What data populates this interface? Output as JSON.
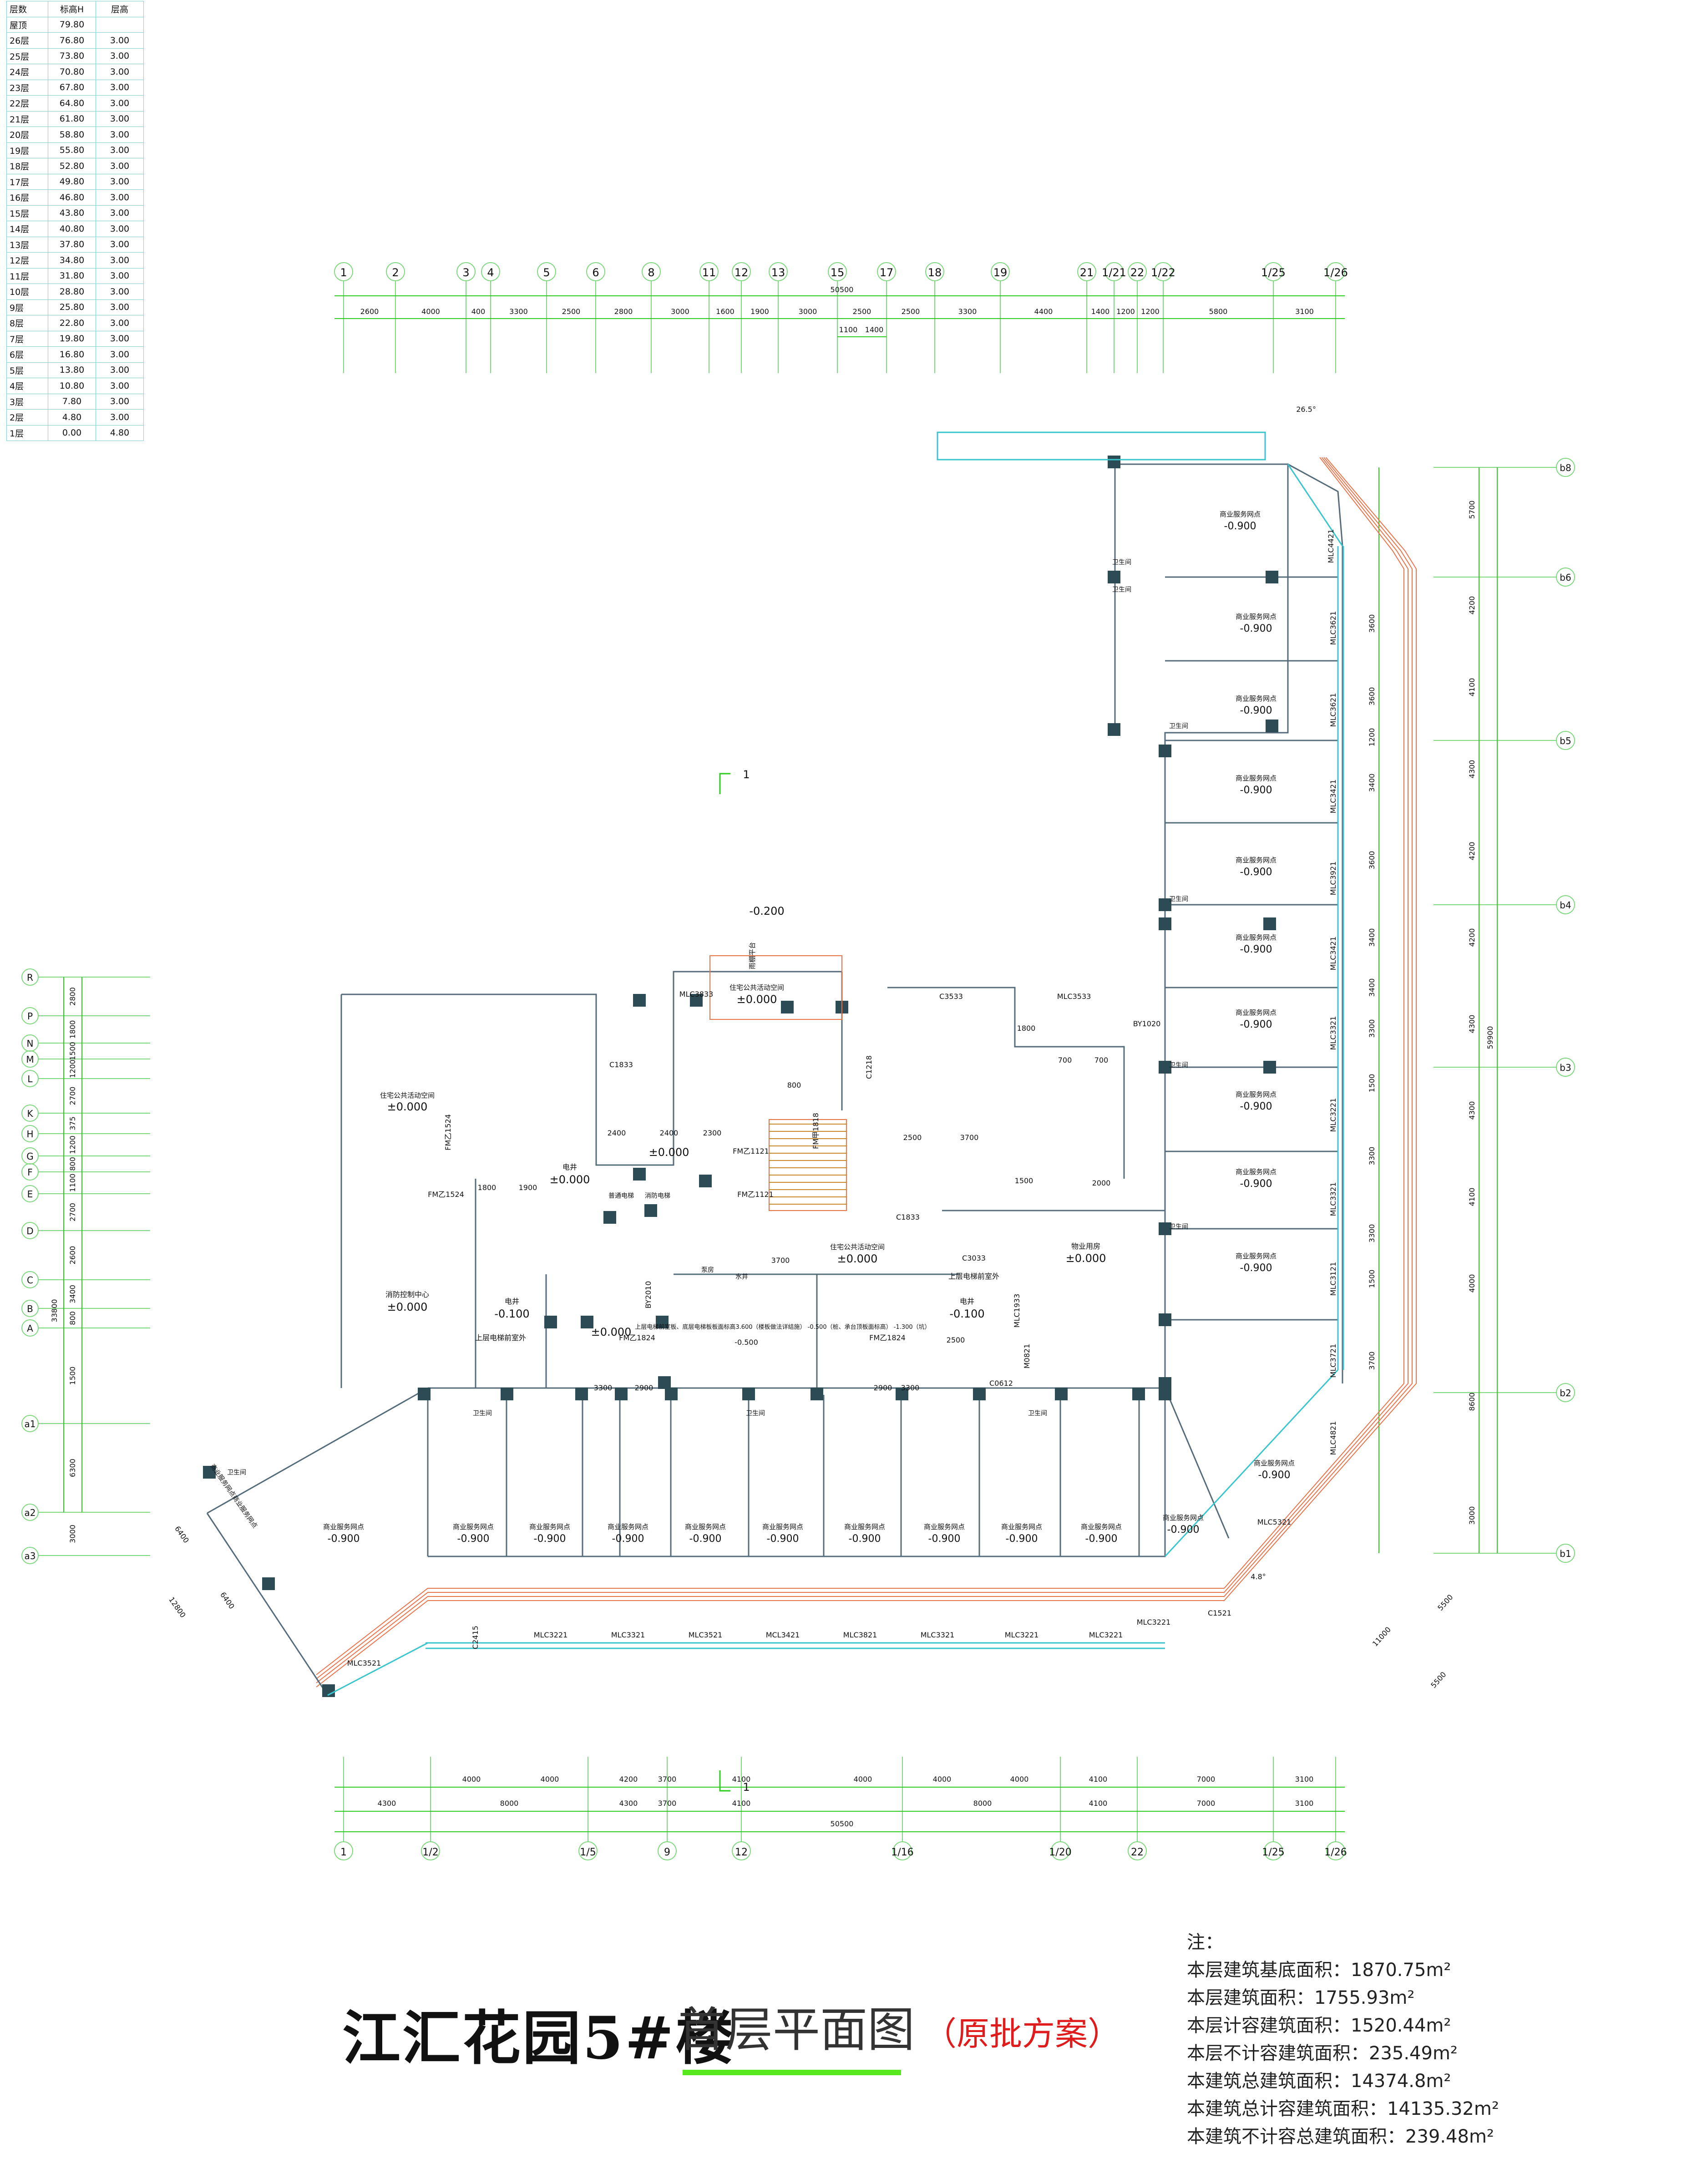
{
  "floor_table": {
    "headers": [
      "层数",
      "标高H",
      "层高"
    ],
    "rows": [
      [
        "屋顶",
        "79.80",
        ""
      ],
      [
        "26层",
        "76.80",
        "3.00"
      ],
      [
        "25层",
        "73.80",
        "3.00"
      ],
      [
        "24层",
        "70.80",
        "3.00"
      ],
      [
        "23层",
        "67.80",
        "3.00"
      ],
      [
        "22层",
        "64.80",
        "3.00"
      ],
      [
        "21层",
        "61.80",
        "3.00"
      ],
      [
        "20层",
        "58.80",
        "3.00"
      ],
      [
        "19层",
        "55.80",
        "3.00"
      ],
      [
        "18层",
        "52.80",
        "3.00"
      ],
      [
        "17层",
        "49.80",
        "3.00"
      ],
      [
        "16层",
        "46.80",
        "3.00"
      ],
      [
        "15层",
        "43.80",
        "3.00"
      ],
      [
        "14层",
        "40.80",
        "3.00"
      ],
      [
        "13层",
        "37.80",
        "3.00"
      ],
      [
        "12层",
        "34.80",
        "3.00"
      ],
      [
        "11层",
        "31.80",
        "3.00"
      ],
      [
        "10层",
        "28.80",
        "3.00"
      ],
      [
        "9层",
        "25.80",
        "3.00"
      ],
      [
        "8层",
        "22.80",
        "3.00"
      ],
      [
        "7层",
        "19.80",
        "3.00"
      ],
      [
        "6层",
        "16.80",
        "3.00"
      ],
      [
        "5层",
        "13.80",
        "3.00"
      ],
      [
        "4层",
        "10.80",
        "3.00"
      ],
      [
        "3层",
        "7.80",
        "3.00"
      ],
      [
        "2层",
        "4.80",
        "3.00"
      ],
      [
        "1层",
        "0.00",
        "4.80"
      ]
    ]
  },
  "top_axes": {
    "labels": [
      "1",
      "2",
      "3",
      "4",
      "5",
      "6",
      "8",
      "11",
      "12",
      "13",
      "15",
      "17",
      "18",
      "19",
      "21",
      "1/21",
      "22",
      "1/22",
      "1/25",
      "1/26"
    ],
    "dims": [
      "2600",
      "4000",
      "400",
      "3300",
      "2500",
      "2800",
      "3000",
      "1600",
      "1900",
      "3000",
      "2500",
      "2500",
      "3300",
      "4400",
      "1400",
      "1200",
      "1200",
      "5800",
      "3100"
    ],
    "total": "50500",
    "sub_dims": [
      "1100",
      "1400"
    ]
  },
  "bottom_axes": {
    "labels": [
      "1",
      "1/2",
      "1/5",
      "9",
      "12",
      "1/16",
      "1/20",
      "22",
      "1/25",
      "1/26"
    ],
    "dims_row1": [
      "4000",
      "4000",
      "4200",
      "3700",
      "4100",
      "4000",
      "4000",
      "4000",
      "4100",
      "7000",
      "3100"
    ],
    "dims_row2": [
      "4300",
      "8000",
      "4300",
      "3700",
      "4100",
      "8000",
      "4100",
      "7000",
      "3100"
    ],
    "total": "50500"
  },
  "left_axes": {
    "labels": [
      "R",
      "P",
      "N",
      "M",
      "L",
      "K",
      "H",
      "G",
      "F",
      "E",
      "D",
      "C",
      "B",
      "A",
      "a1",
      "a2",
      "a3"
    ],
    "dims": [
      "2800",
      "1800",
      "1500",
      "1200",
      "2700",
      "375",
      "1200",
      "800",
      "1100",
      "2700",
      "2600",
      "3400",
      "800",
      "1500",
      "6300",
      "3000"
    ],
    "total": "33800"
  },
  "right_axes": {
    "labels": [
      "b8",
      "b6",
      "b5",
      "b4",
      "b3",
      "b2",
      "b1"
    ],
    "dims_outer": [
      "5700",
      "4200",
      "4100",
      "4300",
      "4200",
      "4200",
      "4300",
      "4300",
      "4100",
      "4000",
      "8600",
      "3000"
    ],
    "dims_inner": [
      "3600",
      "3600",
      "1200",
      "3400",
      "3600",
      "3400",
      "3400",
      "3300",
      "1500",
      "3300",
      "3300",
      "1500",
      "3700"
    ],
    "total": "59900"
  },
  "diagonal_dims": [
    "6400",
    "6400",
    "12800",
    "5500",
    "11000",
    "5500",
    "26.5°",
    "4.8°"
  ],
  "section_marks": [
    "1",
    "1"
  ],
  "elevations": {
    "shop": "-0.900",
    "lobby": "±0.000",
    "platform": "-0.200",
    "ramp": "-0.100",
    "pit": "-0.500"
  },
  "room_labels": {
    "shop": "商业服务网点",
    "toilet": "卫生间",
    "fire_control": "消防控制中心",
    "lobby": "住宅公共活动空间",
    "property": "物业用房",
    "stair_down": "上层电梯前室外",
    "electric": "电井",
    "elevator1": "普通电梯",
    "elevator2": "消防电梯",
    "shop_long": "商业服务网点商业服务网点",
    "water": "水井",
    "pump": "泵房",
    "platform": "雨棚平台"
  },
  "door_window_tags": [
    "MLC3833",
    "C1833",
    "C1218",
    "FM甲1818",
    "FM乙1524",
    "FM乙1524",
    "FM乙1121",
    "FM乙1121",
    "FM乙1824",
    "FM乙1824",
    "MLC3533",
    "C3533",
    "C1833",
    "C3033",
    "MLC1933",
    "M0821",
    "C0612",
    "C2415",
    "MLC3221",
    "MLC3321",
    "MLC3521",
    "MCL3421",
    "MLC3821",
    "MLC3321",
    "MLC3221",
    "MLC3221",
    "MLC3221",
    "C1521",
    "MLC5321",
    "MLC4821",
    "MLC3721",
    "MLC3121",
    "MLC3321",
    "MLC3221",
    "MLC3321",
    "MLC3421",
    "MLC3921",
    "MLC3421",
    "MLC3621",
    "MLC3621",
    "MLC4421",
    "MLC3521",
    "BY1020",
    "BY2010"
  ],
  "inner_dims": [
    "2400",
    "2400",
    "2300",
    "800",
    "1800",
    "1900",
    "2500",
    "3700",
    "3700",
    "2900",
    "2900",
    "3300",
    "3300",
    "2500",
    "1500",
    "1800",
    "2000",
    "700",
    "700"
  ],
  "ground_note": "上层电梯前室板、底层电梯板板面标高3.600（楼板做法详结施）  -0.500（桩、承台顶板面标高）  -1.300（坑）",
  "title": {
    "main": "江汇花园5#楼",
    "sub": "首层平面图",
    "note": "（原批方案）"
  },
  "notes": {
    "heading": "注：",
    "lines": [
      "本层建筑基底面积：1870.75m²",
      "本层建筑面积：1755.93m²",
      "本层计容建筑面积：1520.44m²",
      "本层不计容建筑面积：235.49m²",
      "本建筑总建筑面积：14374.8m²",
      "本建筑总计容建筑面积：14135.32m²",
      "本建筑不计容总建筑面积：239.48m²"
    ]
  },
  "colors": {
    "dim": "#2ecc1f",
    "axis": "#7ed87e",
    "wall": "#556b7a",
    "wall_dark": "#2c4b55",
    "window": "#39c6cf",
    "outline": "#e8744c",
    "red_note": "#e01b1b",
    "title_bar": "#57e81e"
  }
}
